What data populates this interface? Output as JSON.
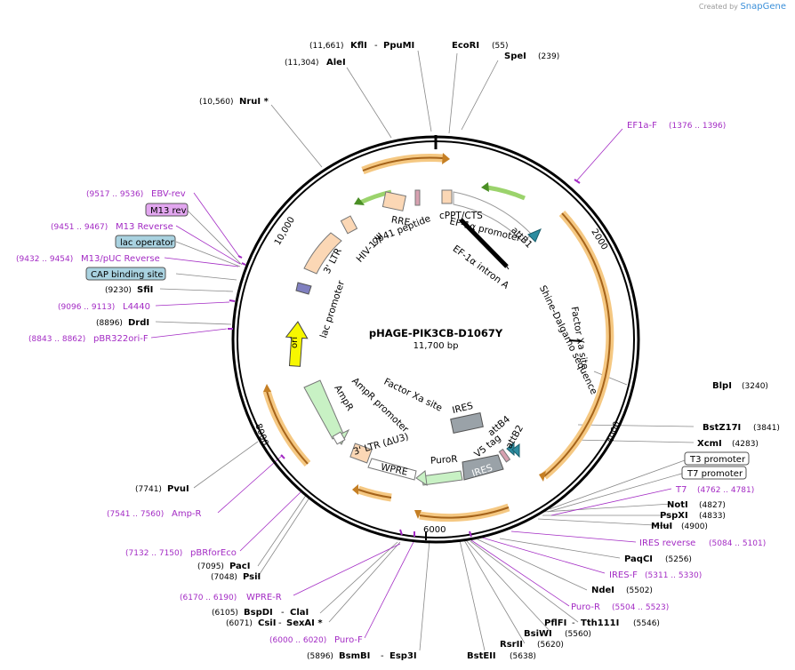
{
  "credit": {
    "prefix": "Created by",
    "brand": "SnapGene"
  },
  "plasmid": {
    "name": "pHAGE-PIK3CB-D1067Y",
    "size_label": "11,700 bp",
    "length": 11700
  },
  "ticks": [
    "2000",
    "4000",
    "6000",
    "8000",
    "10,000"
  ],
  "colors": {
    "primer": "#a32bc4",
    "site": "#000000",
    "orange": "#f0a53a",
    "green": "#5fa836"
  },
  "site_labels": [
    {
      "pos": "(11,661)",
      "name": "KflI",
      "extra": "PpuMI"
    },
    {
      "pos": "(55)",
      "name": "EcoRI",
      "left": true
    },
    {
      "pos": "(239)",
      "name": "SpeI",
      "left": true
    },
    {
      "pos": "(11,304)",
      "name": "AleI"
    },
    {
      "pos": "(10,560)",
      "name": "NruI *"
    },
    {
      "pos": "(3240)",
      "name": "BlpI",
      "left": true
    },
    {
      "pos": "(3841)",
      "name": "BstZ17I",
      "left": true
    },
    {
      "pos": "(4283)",
      "name": "XcmI",
      "left": true
    },
    {
      "pos": "(4827)",
      "name": "NotI",
      "left": true
    },
    {
      "pos": "(4833)",
      "name": "PspXI",
      "left": true
    },
    {
      "pos": "(4900)",
      "name": "MluI",
      "left": true
    },
    {
      "pos": "(5256)",
      "name": "PaqCI",
      "left": true
    },
    {
      "pos": "(5502)",
      "name": "NdeI",
      "left": true
    },
    {
      "pos": "(5546)",
      "name": "PflFI",
      "extra": "Tth111I"
    },
    {
      "pos": "(5560)",
      "name": "BsiWI",
      "left": true
    },
    {
      "pos": "(5620)",
      "name": "RsrII",
      "left": true
    },
    {
      "pos": "(5638)",
      "name": "BstEII",
      "left": true
    },
    {
      "pos": "(5896)",
      "name": "BsmBI",
      "extra": "Esp3I"
    },
    {
      "pos": "(6071)",
      "name": "CsiI",
      "extra": "SexAI *"
    },
    {
      "pos": "(6105)",
      "name": "BspDI",
      "extra": "ClaI"
    },
    {
      "pos": "(7048)",
      "name": "PsiI"
    },
    {
      "pos": "(7095)",
      "name": "PacI"
    },
    {
      "pos": "(7741)",
      "name": "PvuI"
    },
    {
      "pos": "(8896)",
      "name": "DrdI"
    },
    {
      "pos": "(9230)",
      "name": "SfiI"
    }
  ],
  "primer_labels": [
    {
      "name": "EF1a-F",
      "range": "(1376 .. 1396)"
    },
    {
      "name": "T7",
      "range": "(4762 .. 4781)"
    },
    {
      "name": "IRES reverse",
      "range": "(5084 .. 5101)"
    },
    {
      "name": "IRES-F",
      "range": "(5311 .. 5330)"
    },
    {
      "name": "Puro-R",
      "range": "(5504 .. 5523)"
    },
    {
      "name": "Puro-F",
      "range": "(6000 .. 6020)"
    },
    {
      "name": "WPRE-R",
      "range": "(6170 .. 6190)"
    },
    {
      "name": "pBRforEco",
      "range": "(7132 .. 7150)"
    },
    {
      "name": "Amp-R",
      "range": "(7541 .. 7560)"
    },
    {
      "name": "pBR322ori-F",
      "range": "(8843 .. 8862)"
    },
    {
      "name": "L4440",
      "range": "(9096 .. 9113)"
    },
    {
      "name": "M13/pUC Reverse",
      "range": "(9432 .. 9454)"
    },
    {
      "name": "M13 Reverse",
      "range": "(9451 .. 9467)"
    },
    {
      "name": "EBV-rev",
      "range": "(9517 .. 9536)"
    }
  ],
  "boxed_labels": [
    "T3 promoter",
    "T7 promoter",
    "M13 rev",
    "lac operator",
    "CAP binding site"
  ],
  "inner_features": [
    "cPPT/CTS",
    "EF-1α promoter",
    "attB1",
    "EF-1α intron A",
    "Shine-Dalgarno sequence",
    "Factor Xa site",
    "RRE",
    "gp41 peptide",
    "HIV-1 Ψ",
    "3' LTR",
    "lac promoter",
    "ori",
    "AmpR promoter",
    "AmpR",
    "3' LTR (ΔU3)",
    "WPRE",
    "PuroR",
    "IRES",
    "V5 tag",
    "attB4",
    "attB2",
    "Factor Xa site",
    "IRES"
  ]
}
